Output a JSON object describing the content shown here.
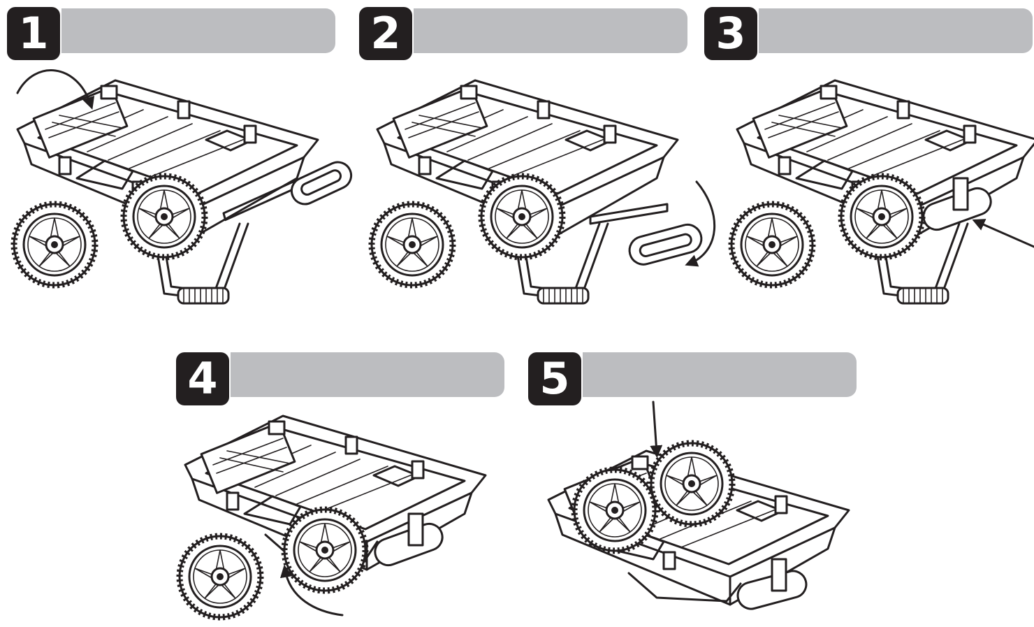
{
  "steps": [
    {
      "number": "1",
      "caption": ""
    },
    {
      "number": "2",
      "caption": ""
    },
    {
      "number": "3",
      "caption": ""
    },
    {
      "number": "4",
      "caption": ""
    },
    {
      "number": "5",
      "caption": ""
    }
  ],
  "icons": {
    "cart": "garden-cart-icon",
    "wheel": "wheel-icon",
    "handle": "handle-icon",
    "arrow": "arrow-icon"
  },
  "colors": {
    "badge": "#231f20",
    "bar": "#bcbdc0",
    "line": "#231f20",
    "background": "#ffffff"
  }
}
